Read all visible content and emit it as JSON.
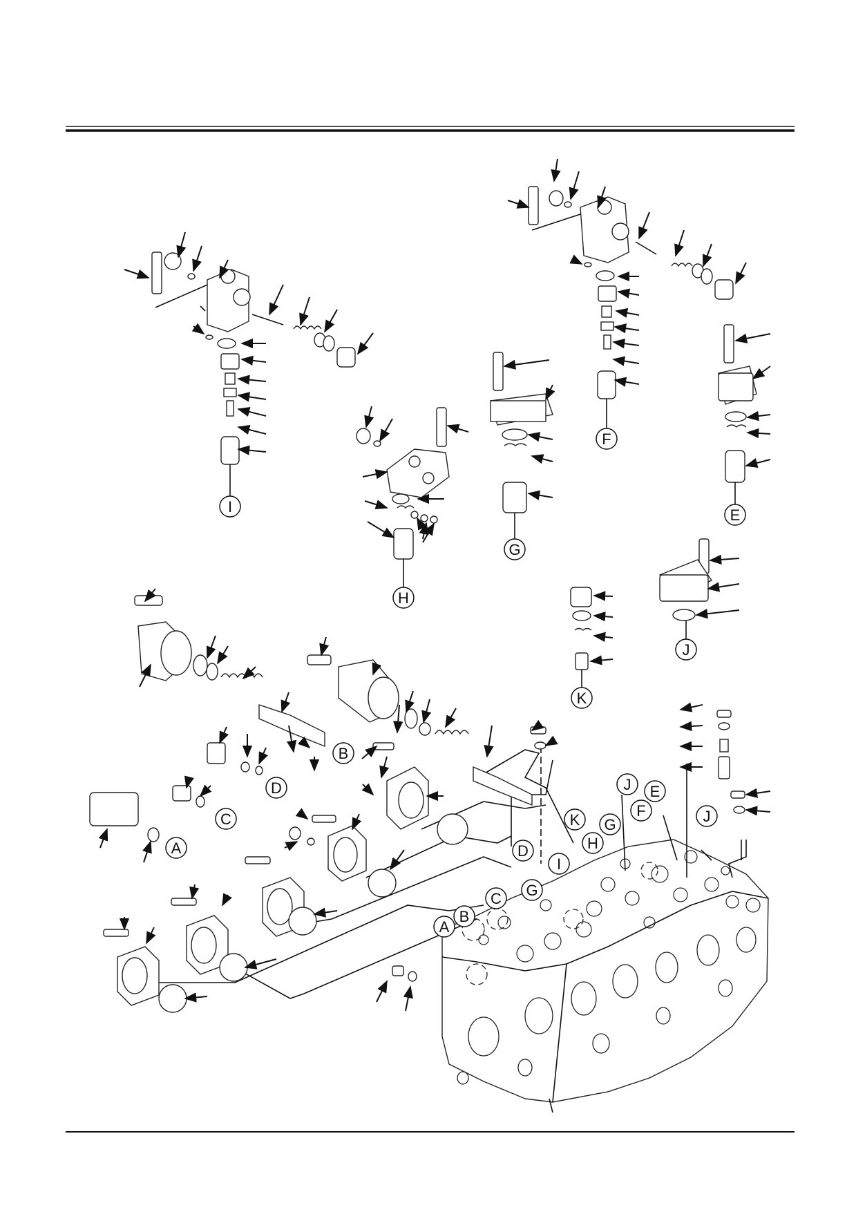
{
  "labels": [
    "A",
    "B",
    "C",
    "D",
    "E",
    "F",
    "G",
    "H",
    "I",
    "J",
    "K"
  ],
  "colors": {
    "ink": "#111111",
    "paper": "#ffffff"
  }
}
